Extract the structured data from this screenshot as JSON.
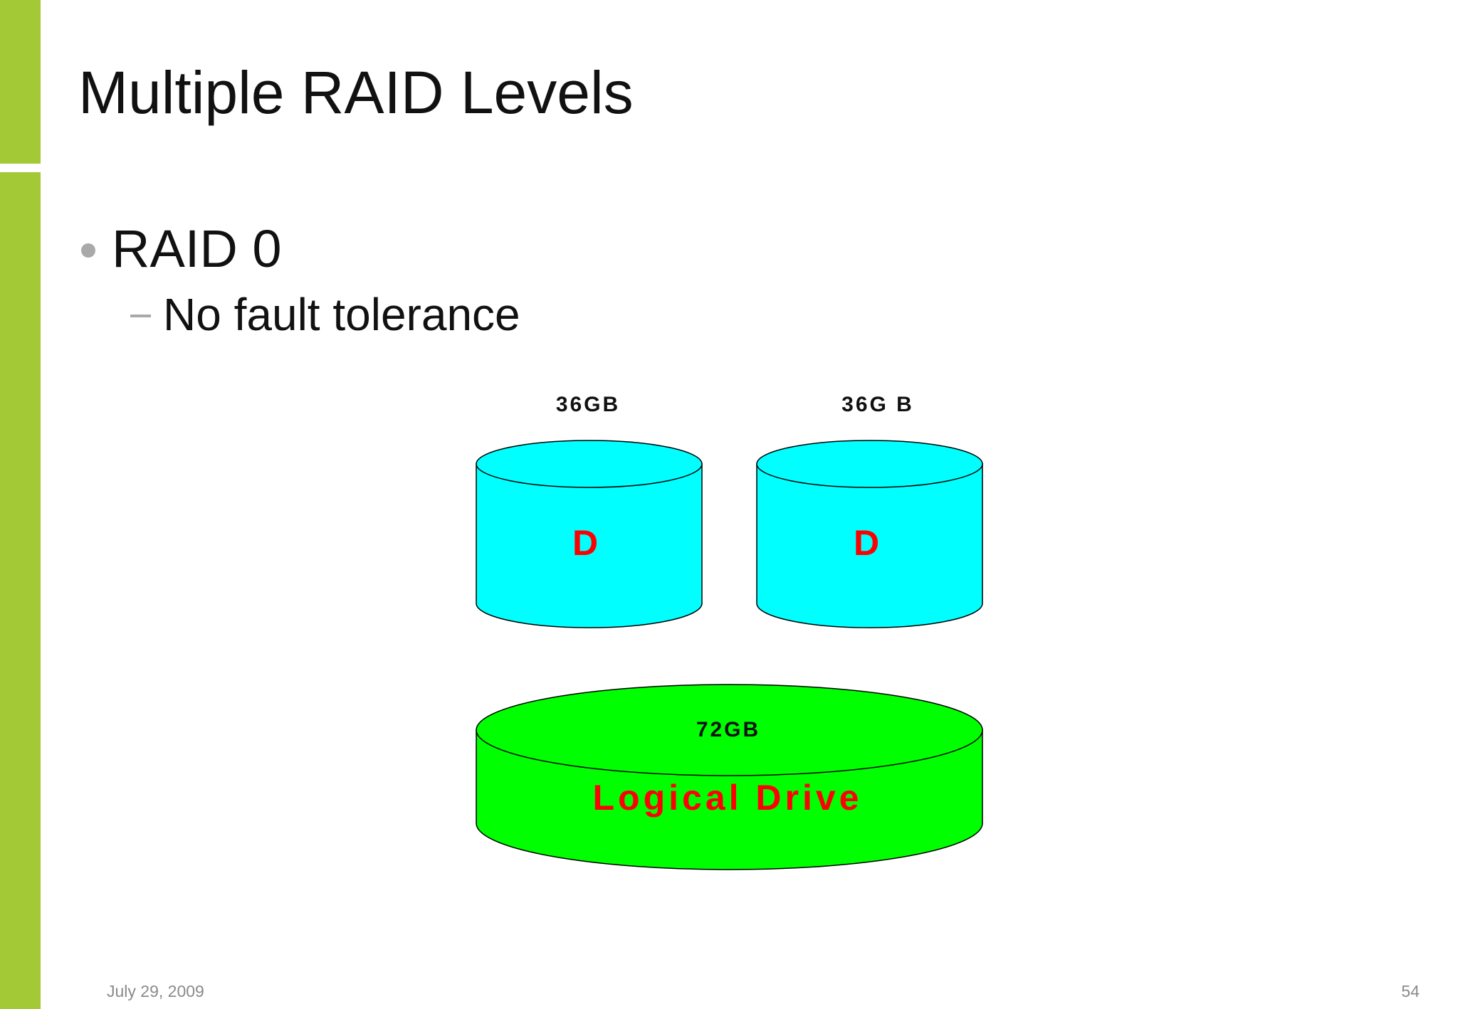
{
  "slide": {
    "title": "Multiple RAID Levels",
    "bullets": [
      {
        "text": "RAID 0",
        "sub": [
          "No fault tolerance"
        ]
      }
    ],
    "accent_color": "#a4c936"
  },
  "diagram": {
    "disks": [
      {
        "size_label": "36GB",
        "letter": "D",
        "color": "#00ffff"
      },
      {
        "size_label": "36G B",
        "letter": "D",
        "color": "#00ffff"
      }
    ],
    "logical_drive": {
      "size_label": "72GB",
      "label": "Logical Drive",
      "color": "#00ff00"
    },
    "label_color": "#ff0000"
  },
  "footer": {
    "date": "July 29, 2009",
    "page_number": "54"
  }
}
